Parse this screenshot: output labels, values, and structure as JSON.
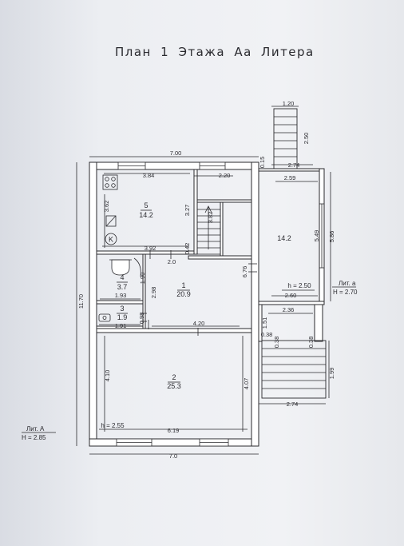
{
  "title": "План 1 Этажа Аа Литера",
  "rooms": [
    {
      "number": "5",
      "area": "14.2"
    },
    {
      "number": "4",
      "area": "3.7"
    },
    {
      "number": "3",
      "area": "1.9"
    },
    {
      "number": "1",
      "area": "20.9"
    },
    {
      "number": "2",
      "area": "25.3"
    }
  ],
  "room_a_area": "14.2",
  "dimensions": {
    "d_7_00": "7.00",
    "d_3_84": "3.84",
    "d_2_20": "2.20",
    "d_3_62": "3.62",
    "d_3_27": "3.27",
    "d_3_82": "3.82",
    "d_3_92": "3.92",
    "d_0_42": "0.42",
    "d_2_0": "2.0",
    "d_1_90": "1.90",
    "d_2_98": "2.98",
    "d_1_93": "1.93",
    "d_0_98": "0.98",
    "d_1_91": "1.91",
    "d_4_20": "4.20",
    "d_6_76": "6.76",
    "d_4_10": "4.10",
    "d_4_07": "4.07",
    "d_6_19": "6.19",
    "d_7_0": "7.0",
    "d_11_70": "11.70",
    "d_1_20": "1.20",
    "d_2_50": "2.50",
    "d_0_15": "0.15",
    "d_2_74_top": "2.74",
    "d_2_59": "2.59",
    "d_5_49": "5.49",
    "d_5_86": "5.86",
    "d_2_60": "2.60",
    "d_2_36": "2.36",
    "d_1_51": "1.51",
    "d_0_38_a": "0.38",
    "d_0_38_b": "0.38",
    "d_0_38_c": "0.38",
    "d_1_99": "1.99",
    "d_2_74_bottom": "2.74"
  },
  "heights": {
    "h_a_room": "h = 2.50",
    "h_main": "h = 2.55"
  },
  "liter_a_small": {
    "name": "Лит. а",
    "height": "H = 2.70"
  },
  "liter_a_big": {
    "name": "Лит. А",
    "height": "H = 2.85"
  },
  "symbols": {
    "boiler": "K"
  },
  "icons": [
    "stove-icon",
    "sink-icon",
    "boiler-icon",
    "toilet-icon",
    "bathtub-icon",
    "stairs-icon"
  ]
}
